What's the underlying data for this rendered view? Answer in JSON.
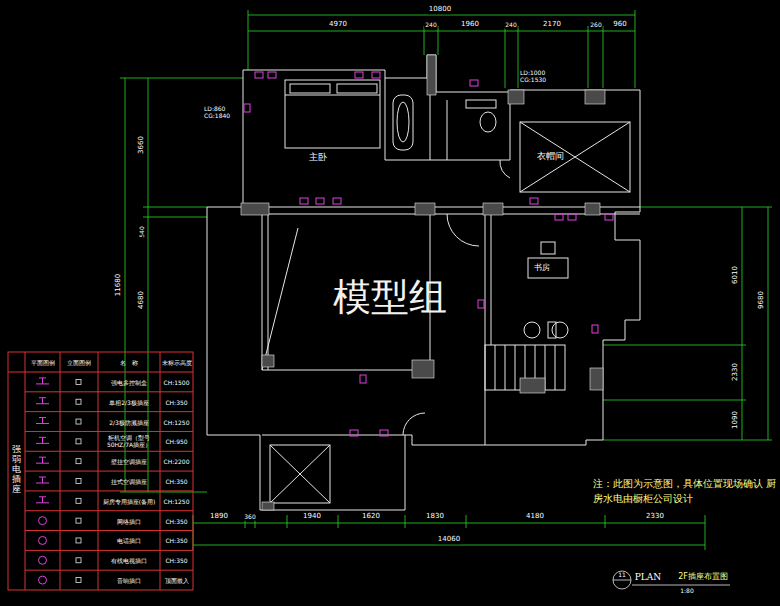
{
  "diagram": {
    "title": "2F插座布置图",
    "labels": [
      "10800",
      "4970",
      "240",
      "1960",
      "240",
      "2170",
      "260",
      "960",
      "11680",
      "3660",
      "540",
      "4680",
      "6010",
      "9680",
      "2330",
      "1090",
      "1890",
      "360",
      "1940",
      "1620",
      "1830",
      "4180",
      "2330",
      "14060",
      "LD:1000 CG:1530",
      "LD:860 CG:1840",
      "主卧",
      "衣帽间",
      "书房",
      "模型组",
      "注：此图为示意图，具体位置现场确认 厨房水电由橱柜公司设计",
      "PLAN",
      "11",
      "1:80",
      "平面图例",
      "立面图例",
      "名　称",
      "未标示高度",
      "强弱电插座",
      "强电多控制盒",
      "CH:1500",
      "单相2/3极插座",
      "CH:350",
      "2/3极防溅插座",
      "CH:1250",
      "柜机空调（型号 50HZ/7A插座）",
      "CH:950",
      "壁挂空调插座",
      "CH:2200",
      "挂式空调插座",
      "CH:350",
      "厨房专用插座(备用)",
      "CH:1250",
      "网络插口",
      "CH:350",
      "电话插口",
      "CH:350",
      "有线电视插口",
      "CH:350",
      "音响插口",
      "顶面嵌入"
    ]
  }
}
